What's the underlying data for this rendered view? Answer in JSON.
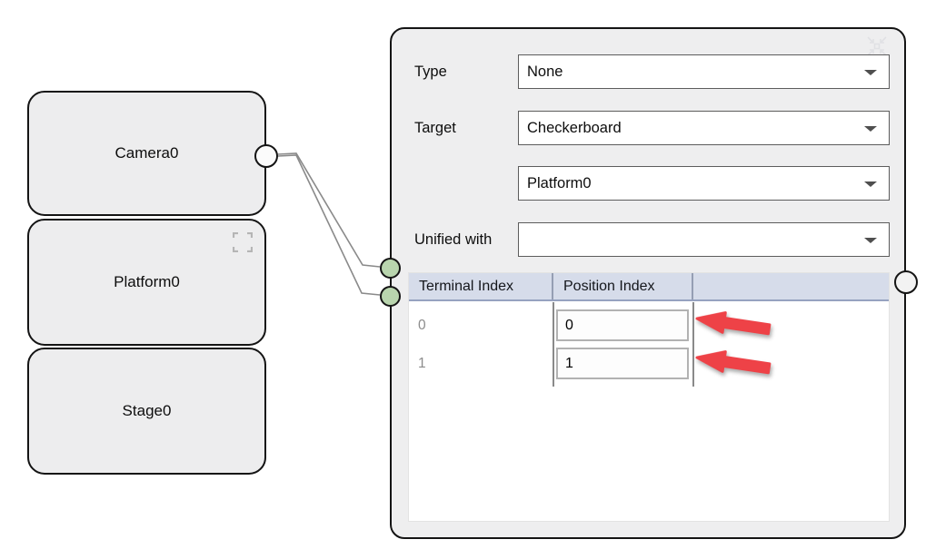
{
  "diagram": {
    "nodes": [
      {
        "label": "Camera0"
      },
      {
        "label": "Platform0"
      },
      {
        "label": "Stage0"
      }
    ]
  },
  "panel": {
    "fields": [
      {
        "label": "Type",
        "value": "None"
      },
      {
        "label": "Target",
        "value": "Checkerboard"
      },
      {
        "label": "",
        "value": "Platform0"
      },
      {
        "label": "Unified with",
        "value": ""
      }
    ],
    "table": {
      "columns": [
        "Terminal Index",
        "Position Index",
        ""
      ],
      "rows": [
        {
          "terminal_index": "0",
          "position_index": "0"
        },
        {
          "terminal_index": "1",
          "position_index": "1"
        }
      ]
    }
  },
  "colors": {
    "node_fill": "#ededee",
    "panel_fill": "#eeeeef",
    "table_header_fill": "#d6dcea",
    "table_header_border": "#96a2c0",
    "port_green": "#b9d5ae",
    "wire_gray": "#8a8a8a",
    "annotation_arrow_red": "#ee4247"
  }
}
